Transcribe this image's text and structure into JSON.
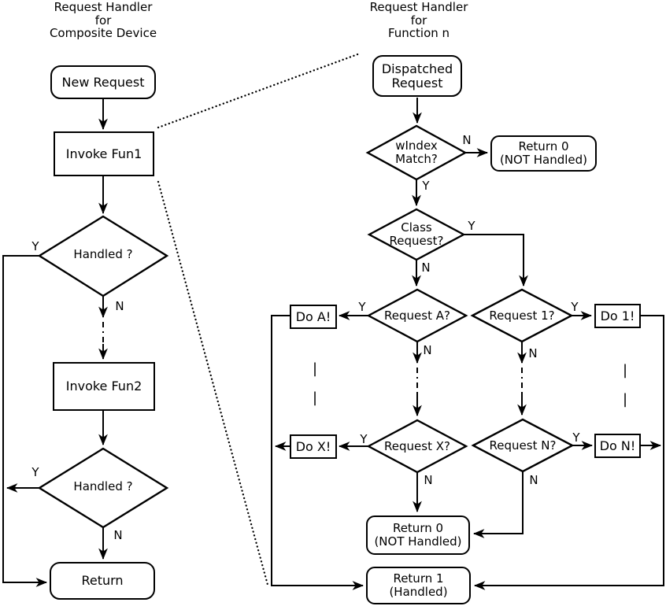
{
  "colors": {
    "line": "#000000",
    "background": "#ffffff",
    "text": "#000000"
  },
  "left_chart": {
    "title": "Request Handler\nfor\nComposite Device",
    "nodes": {
      "new_request": "New Request",
      "invoke_fun1": "Invoke Fun1",
      "handled1": "Handled ?",
      "invoke_fun2": "Invoke Fun2",
      "handled2": "Handled ?",
      "return_node": "Return"
    },
    "branch_labels": {
      "handled1_y": "Y",
      "handled1_n": "N",
      "handled2_y": "Y",
      "handled2_n": "N"
    }
  },
  "right_chart": {
    "title": "Request Handler\nfor\nFunction n",
    "nodes": {
      "dispatched": "Dispatched\nRequest",
      "windex": "wIndex\nMatch?",
      "return0_top": "Return 0\n(NOT Handled)",
      "class_request": "Class\nRequest?",
      "request_a": "Request A?",
      "do_a": "Do A!",
      "request_x": "Request X?",
      "do_x": "Do X!",
      "request_1": "Request 1?",
      "do_1": "Do 1!",
      "request_n": "Request N?",
      "do_n": "Do N!",
      "return0_bottom": "Return 0\n(NOT Handled)",
      "return1": "Return 1\n(Handled)"
    },
    "branch_labels": {
      "windex_n": "N",
      "windex_y": "Y",
      "class_y": "Y",
      "class_n": "N",
      "request_a_y": "Y",
      "request_a_n": "N",
      "request_x_y": "Y",
      "request_x_n": "N",
      "request_1_y": "Y",
      "request_1_n": "N",
      "request_n_y": "Y",
      "request_n_n": "N"
    },
    "ellipsis_mark": "|\n|"
  }
}
